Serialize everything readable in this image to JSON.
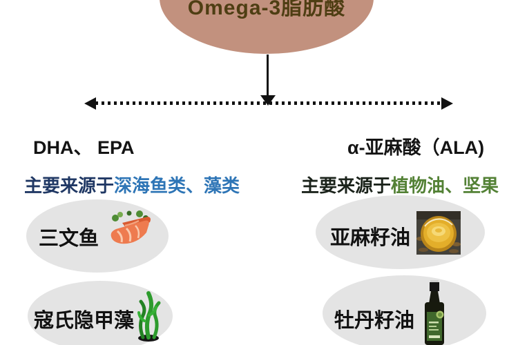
{
  "root": {
    "title": "Omega-3脂肪酸"
  },
  "branches": {
    "left": {
      "heading": "DHA、 EPA",
      "source_prefix": "主要来源于",
      "source_highlight": "深海鱼类、藻类",
      "items": [
        {
          "label": "三文鱼",
          "icon": "salmon-fillet-icon"
        },
        {
          "label": "寇氏隐甲藻",
          "icon": "seaweed-algae-icon"
        }
      ]
    },
    "right": {
      "heading": "α-亚麻酸（ALA)",
      "source_prefix": "主要来源于",
      "source_highlight": "植物油、坚果",
      "items": [
        {
          "label": "亚麻籽油",
          "icon": "oil-bowl-photo-icon"
        },
        {
          "label": "牡丹籽油",
          "icon": "oil-bottle-icon"
        }
      ]
    }
  },
  "connectors": {
    "vertical_arrow": "down-arrow",
    "horizontal_arrow": "double-headed-dotted-arrow"
  },
  "colors": {
    "root_ellipse": "#c2917e",
    "root_text": "#4e3e13",
    "bubble_fill": "#e4e4e4",
    "left_prefix": "#203864",
    "left_highlight": "#2e75b6",
    "right_prefix": "#1b231b",
    "right_highlight": "#538135",
    "arrow": "#111111"
  }
}
